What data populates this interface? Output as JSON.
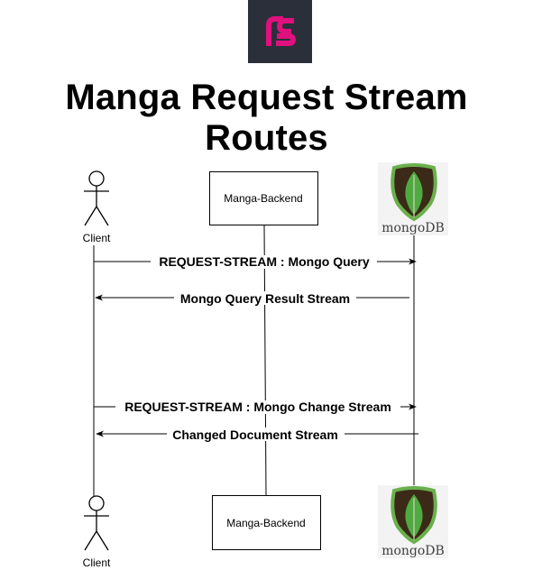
{
  "title": "Manga Request Stream Routes",
  "colors": {
    "logo_bg": "#2b2f3a",
    "logo_accent": "#e0107e",
    "mongo_green": "#6ab04c",
    "mongo_dark": "#3a2a17",
    "mongo_leaf": "#4faa41",
    "line": "#000000"
  },
  "icons": {
    "logo": "rsocket-logo-icon",
    "actor": "stick-figure-actor-icon",
    "mongo": "mongodb-leaf-icon"
  },
  "participants": {
    "client": {
      "label": "Client"
    },
    "backend": {
      "label": "Manga-Backend"
    },
    "mongo": {
      "label": "mongoDB"
    }
  },
  "messages": [
    {
      "label": "REQUEST-STREAM : Mongo Query",
      "from": "client",
      "to": "mongo"
    },
    {
      "label": "Mongo Query Result Stream",
      "from": "mongo",
      "to": "client"
    },
    {
      "label": "REQUEST-STREAM : Mongo Change Stream",
      "from": "client",
      "to": "mongo"
    },
    {
      "label": "Changed Document Stream",
      "from": "mongo",
      "to": "client"
    }
  ]
}
